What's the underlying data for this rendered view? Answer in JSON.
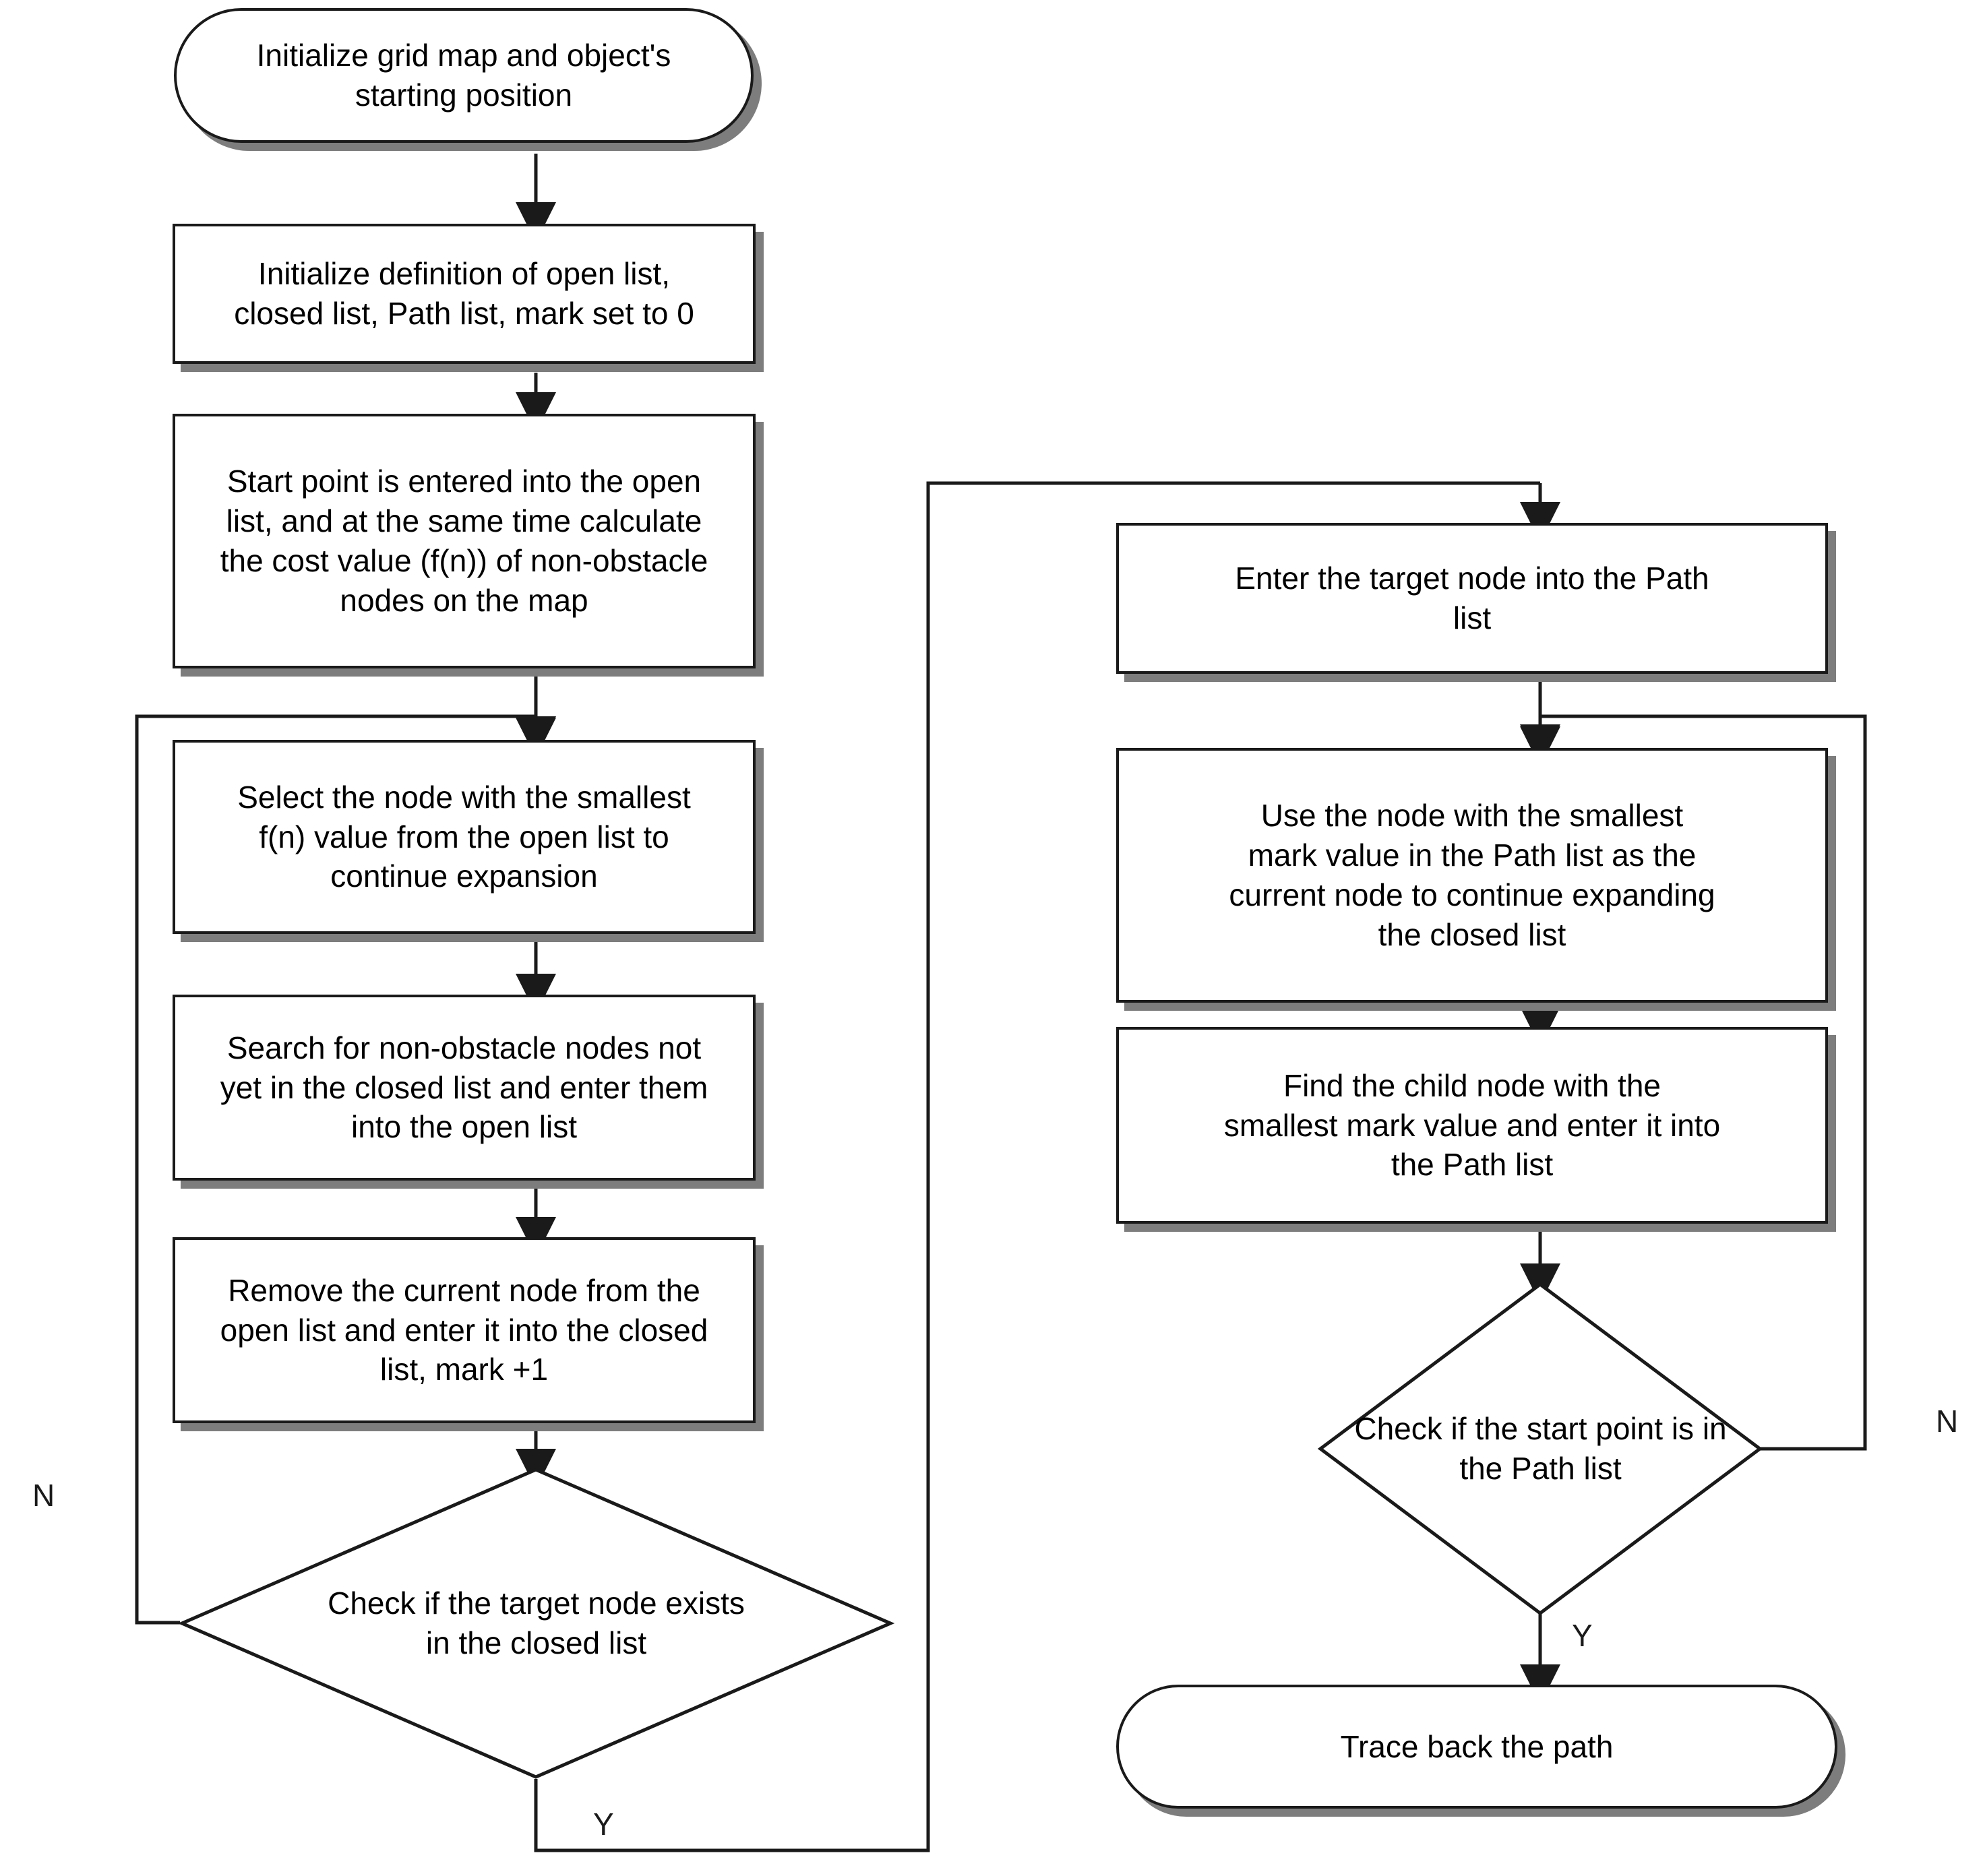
{
  "diagram": {
    "title": "A* path planning algorithm flowchart",
    "type": "flowchart",
    "colors": {
      "stroke": "#1a1a1a",
      "shadow": "#7d7d7d",
      "fill": "#ffffff",
      "text": "#000000"
    },
    "nodes": {
      "start": {
        "shape": "stadium",
        "text": "Initialize grid map and object's\nstarting position"
      },
      "init_lists": {
        "shape": "rect",
        "text": "Initialize definition of open list,\nclosed list, Path list, mark set to 0"
      },
      "start_point_open": {
        "shape": "rect",
        "text": "Start point is entered into the open\nlist, and at the same time calculate\nthe cost value (f(n)) of non-obstacle\nnodes on the map"
      },
      "select_smallest_f": {
        "shape": "rect",
        "text": "Select the node with the smallest\nf(n) value from the open list to\ncontinue expansion"
      },
      "search_non_obstacle": {
        "shape": "rect",
        "text": "Search for non-obstacle nodes not\nyet in the closed list and enter them\ninto the open list"
      },
      "remove_current": {
        "shape": "rect",
        "text": "Remove the current node from the\nopen list and enter it into the closed\nlist, mark +1"
      },
      "check_target_in_closed": {
        "shape": "diamond",
        "text": "Check if the target node exists\nin the closed list"
      },
      "enter_target_path": {
        "shape": "rect",
        "text": "Enter the target node into the Path\nlist"
      },
      "use_smallest_mark": {
        "shape": "rect",
        "text": "Use the node with the smallest\nmark value in the Path list as the\ncurrent node to continue expanding\nthe closed list"
      },
      "find_child_node": {
        "shape": "rect",
        "text": "Find the child node with the\nsmallest mark value and enter it into\nthe Path list"
      },
      "check_start_in_path": {
        "shape": "diamond",
        "text": "Check if the start point is in\nthe Path list"
      },
      "trace_back": {
        "shape": "stadium",
        "text": "Trace back the path"
      }
    },
    "branch_labels": {
      "left_no": "N",
      "left_yes": "Y",
      "right_no": "N",
      "right_yes": "Y"
    }
  }
}
